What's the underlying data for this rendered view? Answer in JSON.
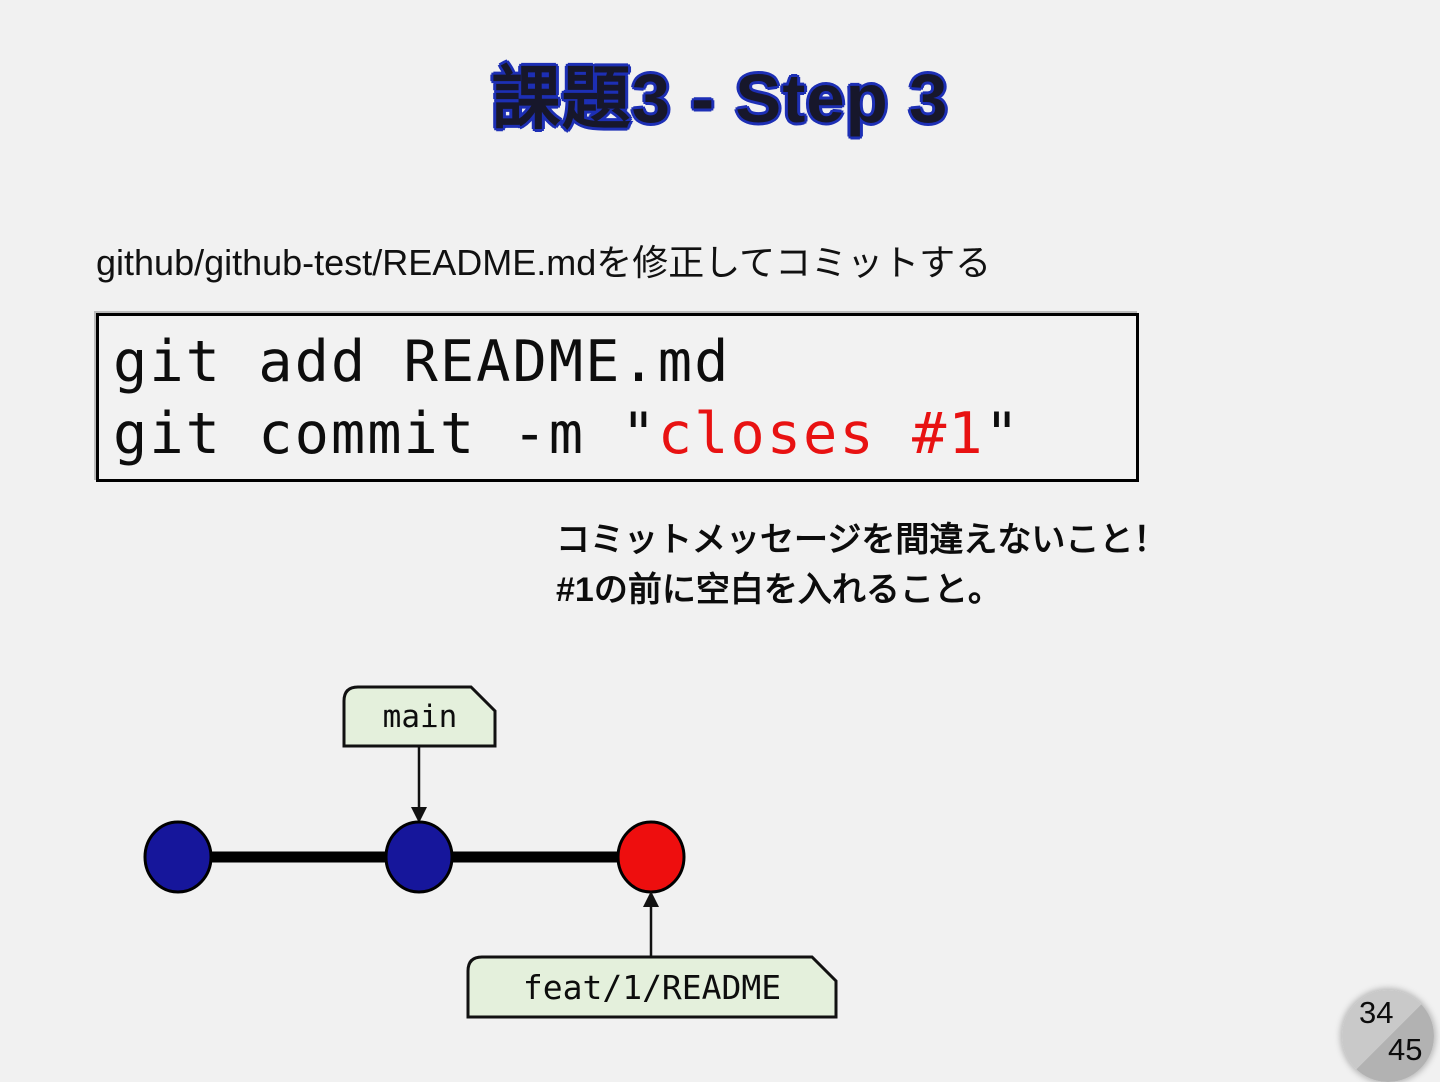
{
  "slide": {
    "title": "課題3 - Step 3",
    "subtitle": {
      "path": "github/github-test/README.md",
      "action_jp": "を修正してコミットする"
    },
    "code_box": {
      "line1": "git add README.md",
      "line2_prefix": "git commit -m \"",
      "line2_message": "closes #1",
      "line2_suffix": "\"",
      "message_color": "#e81212"
    },
    "note": {
      "line1": "コミットメッセージを間違えないこと！",
      "line2": "#1の前に空白を入れること。"
    },
    "diagram": {
      "branch_labels": {
        "main": "main",
        "feature": "feat/1/README"
      },
      "colors": {
        "committed": "#16169b",
        "new_commit": "#ee0e0e",
        "label_fill": "#e4f0dc",
        "line": "#000000"
      },
      "commits": [
        {
          "order": 1,
          "color": "#16169b"
        },
        {
          "order": 2,
          "color": "#16169b",
          "pointed_by": "main"
        },
        {
          "order": 3,
          "color": "#ee0e0e",
          "pointed_by": "feat/1/README"
        }
      ]
    },
    "page_indicator": {
      "current": "34",
      "total": "45"
    }
  }
}
